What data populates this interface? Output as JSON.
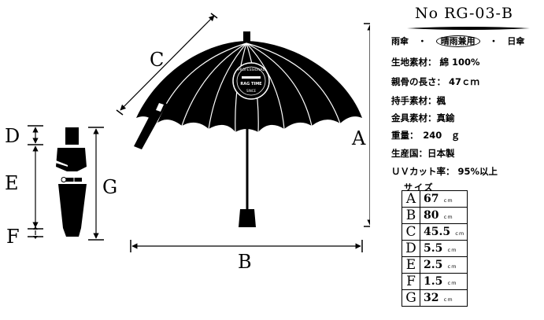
{
  "diagram": {
    "labels": {
      "A": "A",
      "B": "B",
      "C": "C",
      "D": "D",
      "E": "E",
      "F": "F",
      "G": "G"
    },
    "emblem": {
      "top_text": "PROFESSIONAL",
      "center_text": "RAG TIME",
      "bottom_text": "SINCE"
    }
  },
  "spec": {
    "model": "No RG-03-B",
    "types": {
      "rain": "雨傘",
      "selected": "晴雨兼用",
      "sun": "日傘",
      "separator": "・"
    },
    "lines": [
      "生地素材： 綿 100%",
      "親骨の長さ： 47ｃｍ",
      "持手素材：楓",
      "金具素材：真鍮",
      "重量：　240　ｇ",
      "生産国：日本製",
      "ＵＶカット率：  95%以上"
    ],
    "size_title": "サイズ",
    "unit": "ｃｍ",
    "sizes": [
      {
        "letter": "A",
        "value": "67"
      },
      {
        "letter": "B",
        "value": "80"
      },
      {
        "letter": "C",
        "value": "45.5"
      },
      {
        "letter": "D",
        "value": "5.5"
      },
      {
        "letter": "E",
        "value": "2.5"
      },
      {
        "letter": "F",
        "value": "1.5"
      },
      {
        "letter": "G",
        "value": "32"
      }
    ]
  }
}
